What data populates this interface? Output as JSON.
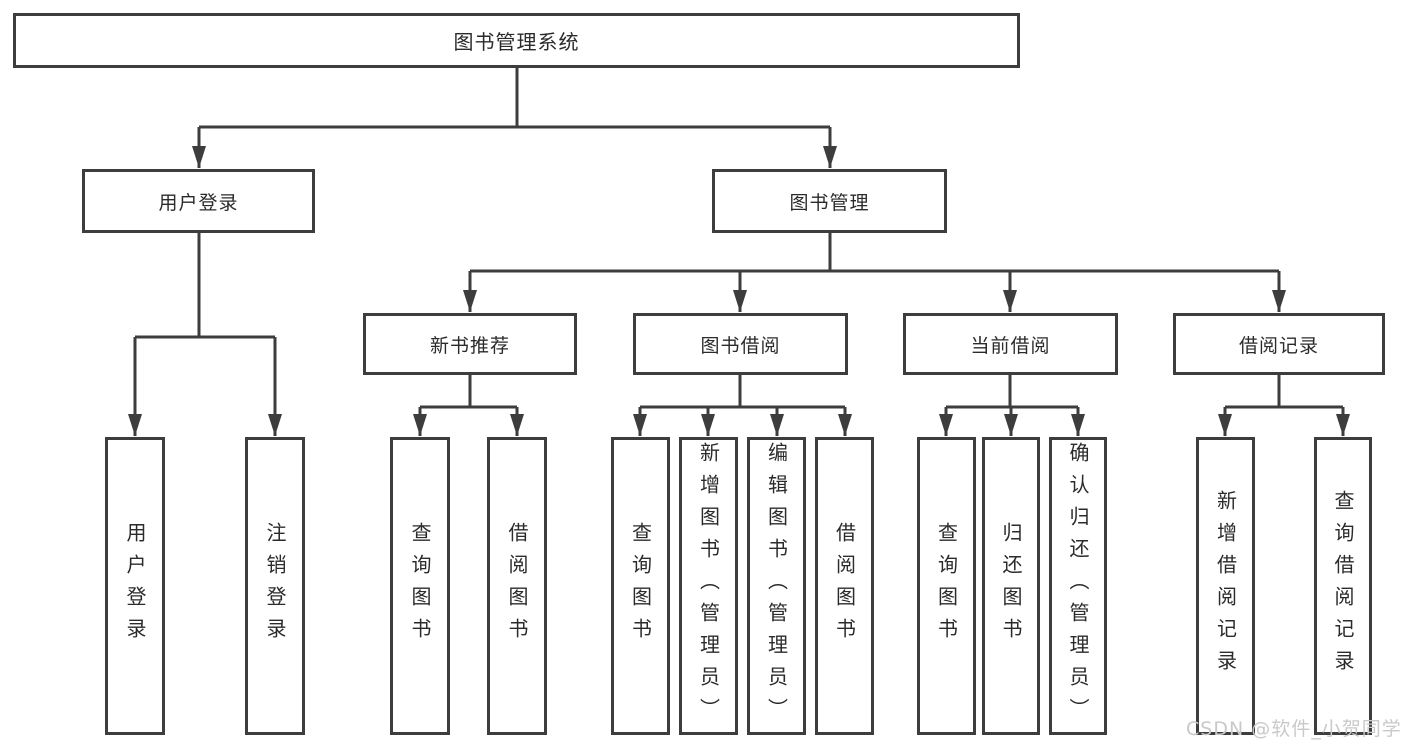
{
  "colors": {
    "line": "#3d3d3d",
    "text": "#2b2b2b",
    "watermark": "#c9c9c9",
    "background": "#ffffff"
  },
  "diagram": {
    "root": {
      "label": "图书管理系统"
    },
    "branches": [
      {
        "label": "用户登录",
        "children": [
          {
            "label": "用户登录"
          },
          {
            "label": "注销登录"
          }
        ]
      },
      {
        "label": "图书管理",
        "groups": [
          {
            "label": "新书推荐",
            "children": [
              {
                "label": "查询图书"
              },
              {
                "label": "借阅图书"
              }
            ]
          },
          {
            "label": "图书借阅",
            "children": [
              {
                "label": "查询图书"
              },
              {
                "label": "新增图书（管理员）"
              },
              {
                "label": "编辑图书（管理员）"
              },
              {
                "label": "借阅图书"
              }
            ]
          },
          {
            "label": "当前借阅",
            "children": [
              {
                "label": "查询图书"
              },
              {
                "label": "归还图书"
              },
              {
                "label": "确认归还（管理员）"
              }
            ]
          },
          {
            "label": "借阅记录",
            "children": [
              {
                "label": "新增借阅记录"
              },
              {
                "label": "查询借阅记录"
              }
            ]
          }
        ]
      }
    ]
  },
  "watermark": {
    "text": "CSDN @软件_小贺同学"
  }
}
